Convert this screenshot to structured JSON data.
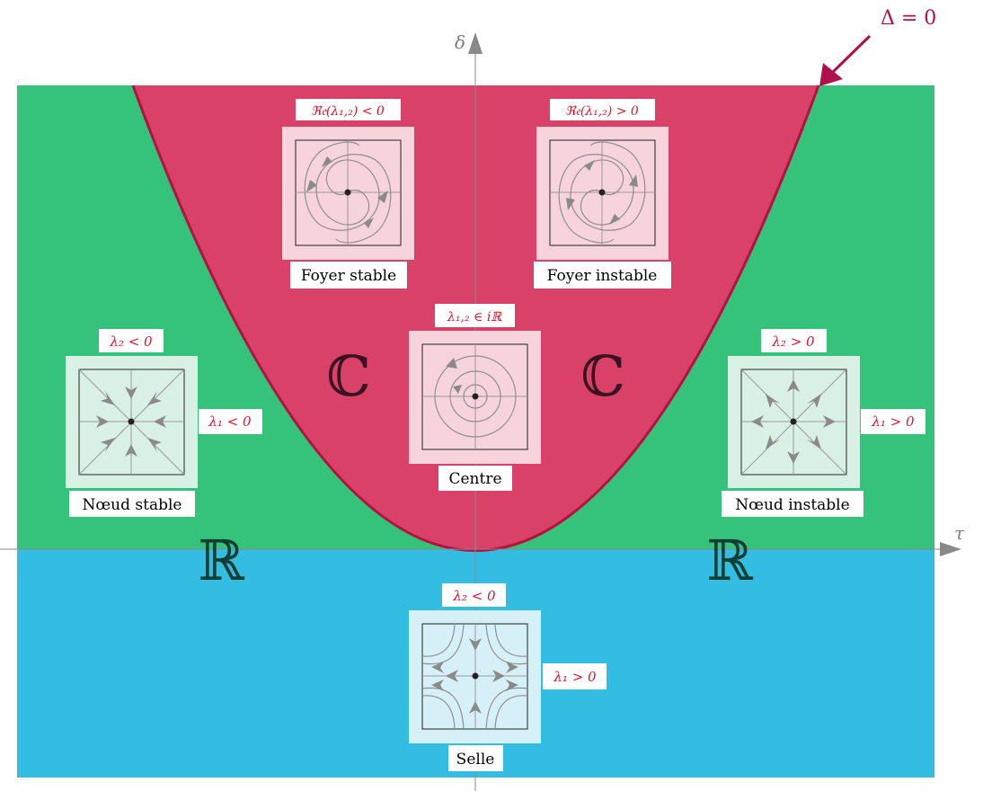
{
  "colors": {
    "real_region": "#35c27b",
    "complex_region": "#d94169",
    "saddle_region": "#34bde2",
    "boundary": "#b5113f",
    "axis": "#7f7f7f",
    "condition_text": "#e4112d",
    "annotation": "#b0104a"
  },
  "axes": {
    "x_label": "τ",
    "y_label": "δ"
  },
  "annotation": {
    "delta_zero": "Δ = 0"
  },
  "region_labels": {
    "complex_left": "ℂ",
    "complex_right": "ℂ",
    "real_left": "ℝ",
    "real_right": "ℝ"
  },
  "portraits": {
    "stable_focus": {
      "name": "Foyer stable",
      "condition": "ℜ𝔢(λ₁,₂) < 0"
    },
    "unstable_focus": {
      "name": "Foyer instable",
      "condition": "ℜ𝔢(λ₁,₂) > 0"
    },
    "center": {
      "name": "Centre",
      "condition": "λ₁,₂ ∈ iℝ"
    },
    "stable_node": {
      "name": "Nœud stable",
      "condition_top": "λ₂ < 0",
      "condition_right": "λ₁ < 0"
    },
    "unstable_node": {
      "name": "Nœud instable",
      "condition_top": "λ₂ > 0",
      "condition_right": "λ₁ > 0"
    },
    "saddle": {
      "name": "Selle",
      "condition_top": "λ₂ < 0",
      "condition_right": "λ₁ > 0"
    }
  }
}
